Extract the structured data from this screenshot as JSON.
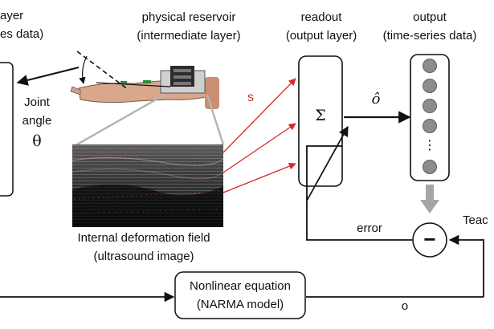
{
  "input_layer": {
    "title_line1": "ayer",
    "title_line2": "es data)",
    "joint_line1": "Joint",
    "joint_line2": "angle",
    "symbol": "θ"
  },
  "reservoir": {
    "title_line1": "physical reservoir",
    "title_line2": "(intermediate layer)",
    "image_line1": "Internal deformation field",
    "image_line2": "(ultrasound image)",
    "signal_label": "s"
  },
  "readout": {
    "title_line1": "readout",
    "title_line2": "(output layer)",
    "symbol": "Σ",
    "output_symbol": "ô"
  },
  "output": {
    "title_line1": "output",
    "title_line2": "(time-series data)",
    "ellipsis": "⋮"
  },
  "feedback": {
    "error_label": "error",
    "teacher_label": "Teac",
    "o_label": "o",
    "minus_symbol": "−"
  },
  "nonlinear": {
    "line1": "Nonlinear equation",
    "line2": "(NARMA model)"
  },
  "colors": {
    "signal_red": "#d62a2a",
    "node_gray": "#8c8c8c",
    "arrow_gray": "#a6a6a6"
  }
}
